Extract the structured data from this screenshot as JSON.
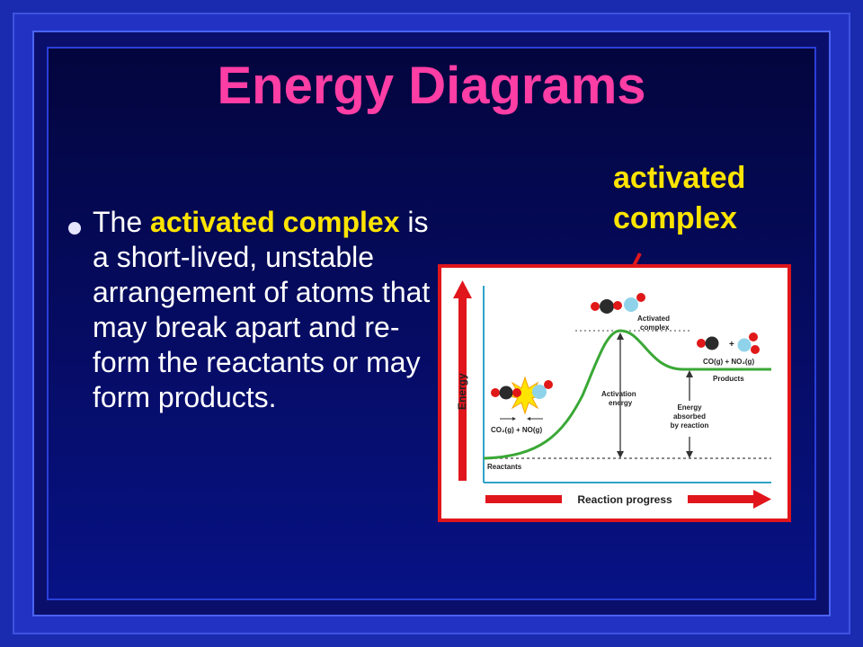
{
  "slide": {
    "title": "Energy Diagrams",
    "bullet": {
      "pre": "The ",
      "highlight_1": "activated",
      "mid": " ",
      "highlight_2": "complex",
      "post": " is a short-lived, unstable arrangement of atoms that may break apart and re-form the reactants or may form products."
    },
    "callout": {
      "line1": "activated",
      "line2": "complex"
    }
  },
  "diagram": {
    "y_axis_label": "Energy",
    "x_axis_label": "Reaction progress",
    "reactants_label": "Reactants",
    "products_label": "Products",
    "activated_complex_line1": "Activated",
    "activated_complex_line2": "complex",
    "activation_energy_line1": "Activation",
    "activation_energy_line2": "energy",
    "energy_absorbed_line1": "Energy",
    "energy_absorbed_line2": "absorbed",
    "energy_absorbed_line3": "by reaction",
    "reactant_formula": "CO₂(g) + NO(g)",
    "product_formula": "CO(g) + NO₂(g)",
    "plus_sign": "+"
  },
  "colors": {
    "title": "#ff3ea5",
    "highlight": "#ffe400",
    "curve": "#3aa836",
    "axis_arrow": "#e0161c",
    "diagram_border": "#e0161c",
    "guide_line": "#2fa3c8"
  }
}
